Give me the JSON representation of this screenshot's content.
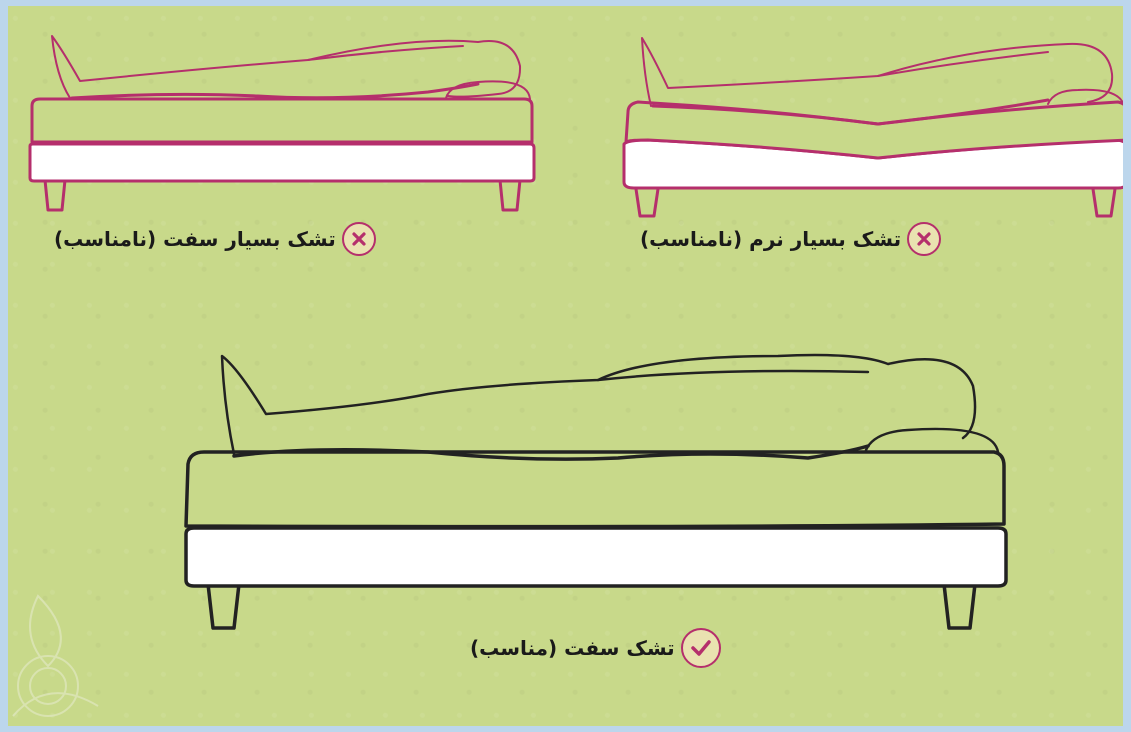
{
  "panels": {
    "too_firm": {
      "label": "تشک بسیار سفت (نامناسب)",
      "status_icon": "cross-icon",
      "outline_color": "#b52f6c"
    },
    "too_soft": {
      "label": "تشک بسیار نرم (نامناسب)",
      "status_icon": "cross-icon",
      "outline_color": "#b52f6c"
    },
    "firm": {
      "label": "تشک سفت (مناسب)",
      "status_icon": "check-icon",
      "outline_color": "#222222"
    }
  },
  "colors": {
    "background": "#c8d98a",
    "border": "#bcd6ec",
    "accent": "#b52f6c",
    "mattress_fill": "#ffffff"
  }
}
